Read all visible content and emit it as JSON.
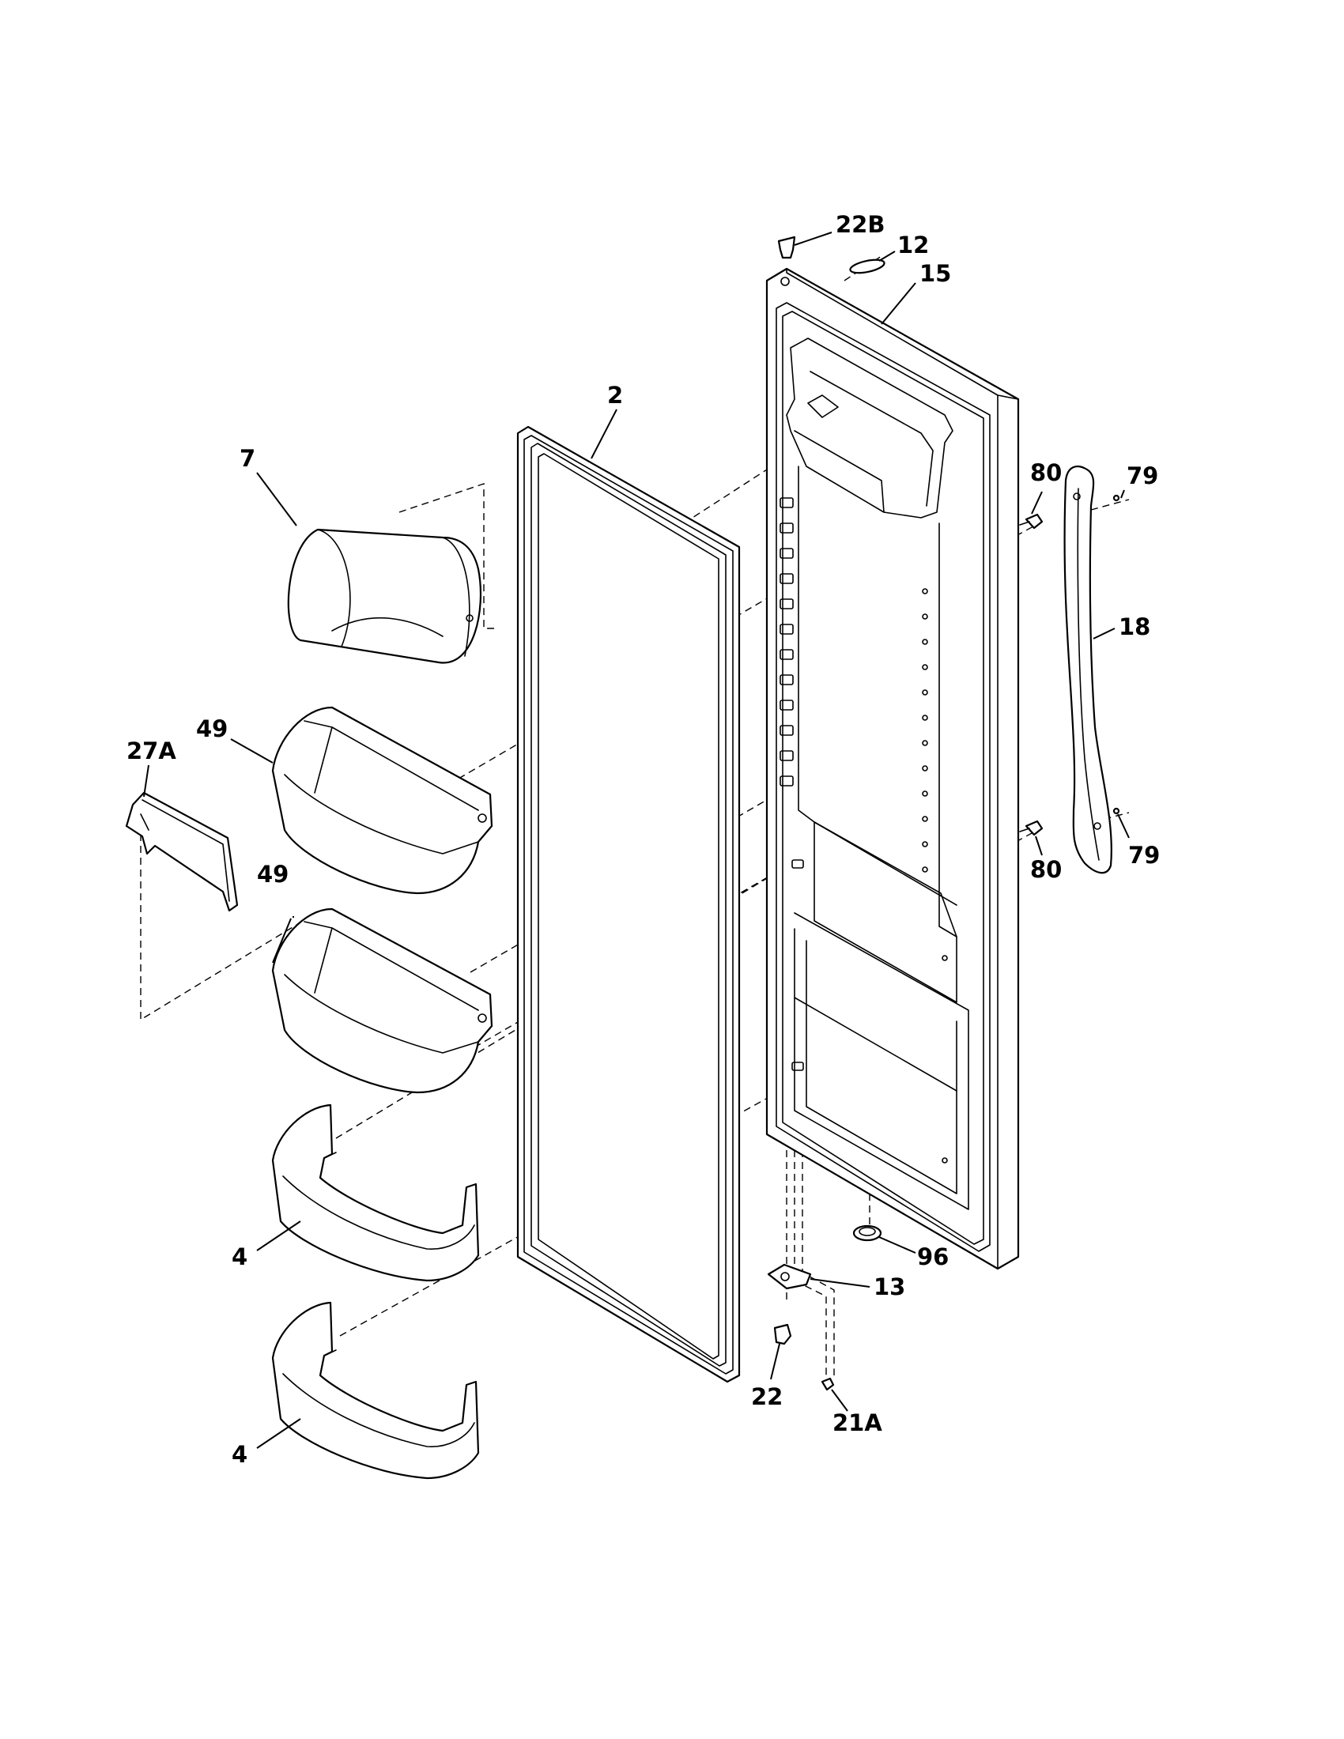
{
  "callouts": {
    "c22B": "22B",
    "c12": "12",
    "c15": "15",
    "c2": "2",
    "c7": "7",
    "c80a": "80",
    "c79a": "79",
    "c18": "18",
    "c49a": "49",
    "c27A": "27A",
    "c49b": "49",
    "c80b": "80",
    "c79b": "79",
    "c96": "96",
    "c13": "13",
    "c4a": "4",
    "c22": "22",
    "c21A": "21A",
    "c4b": "4"
  },
  "colors": {
    "line": "#000000",
    "background": "#ffffff"
  }
}
